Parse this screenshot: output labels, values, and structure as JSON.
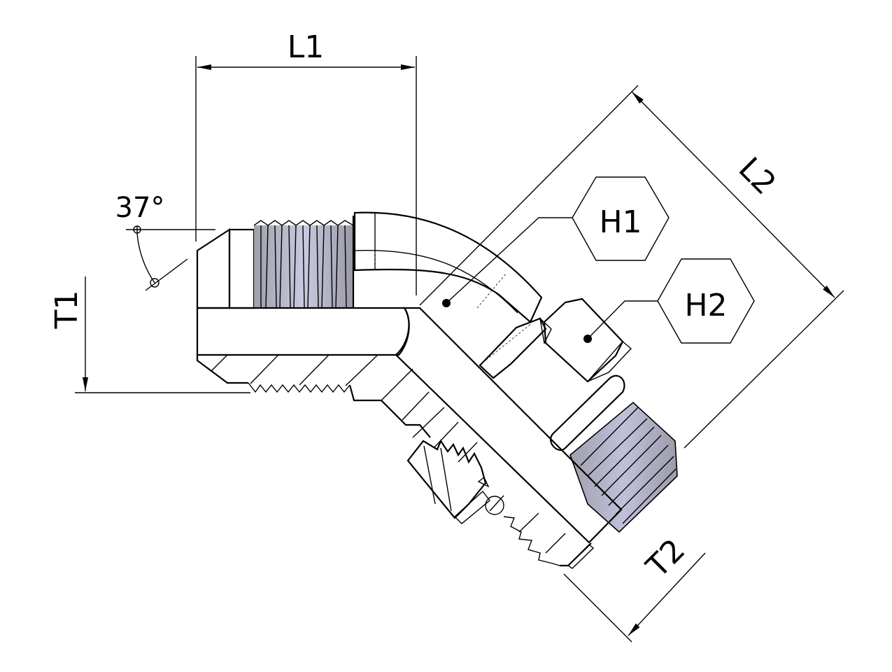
{
  "drawing": {
    "title": "45° Elbow Adapter – JIC 37° Flare to O-Ring Boss",
    "dimensions": {
      "L1": "L1",
      "L2": "L2",
      "T1": "T1",
      "T2": "T2",
      "angle": "37°"
    },
    "hex_callouts": [
      {
        "label": "H1"
      },
      {
        "label": "H2"
      }
    ],
    "colors": {
      "steel_grey": "#a9a9b3",
      "steel_light": "#e4e4ea",
      "steel_lavender": "#b8b8d2",
      "oring_dark": "#4a4a4e",
      "line": "#000000",
      "background": "#ffffff"
    }
  }
}
